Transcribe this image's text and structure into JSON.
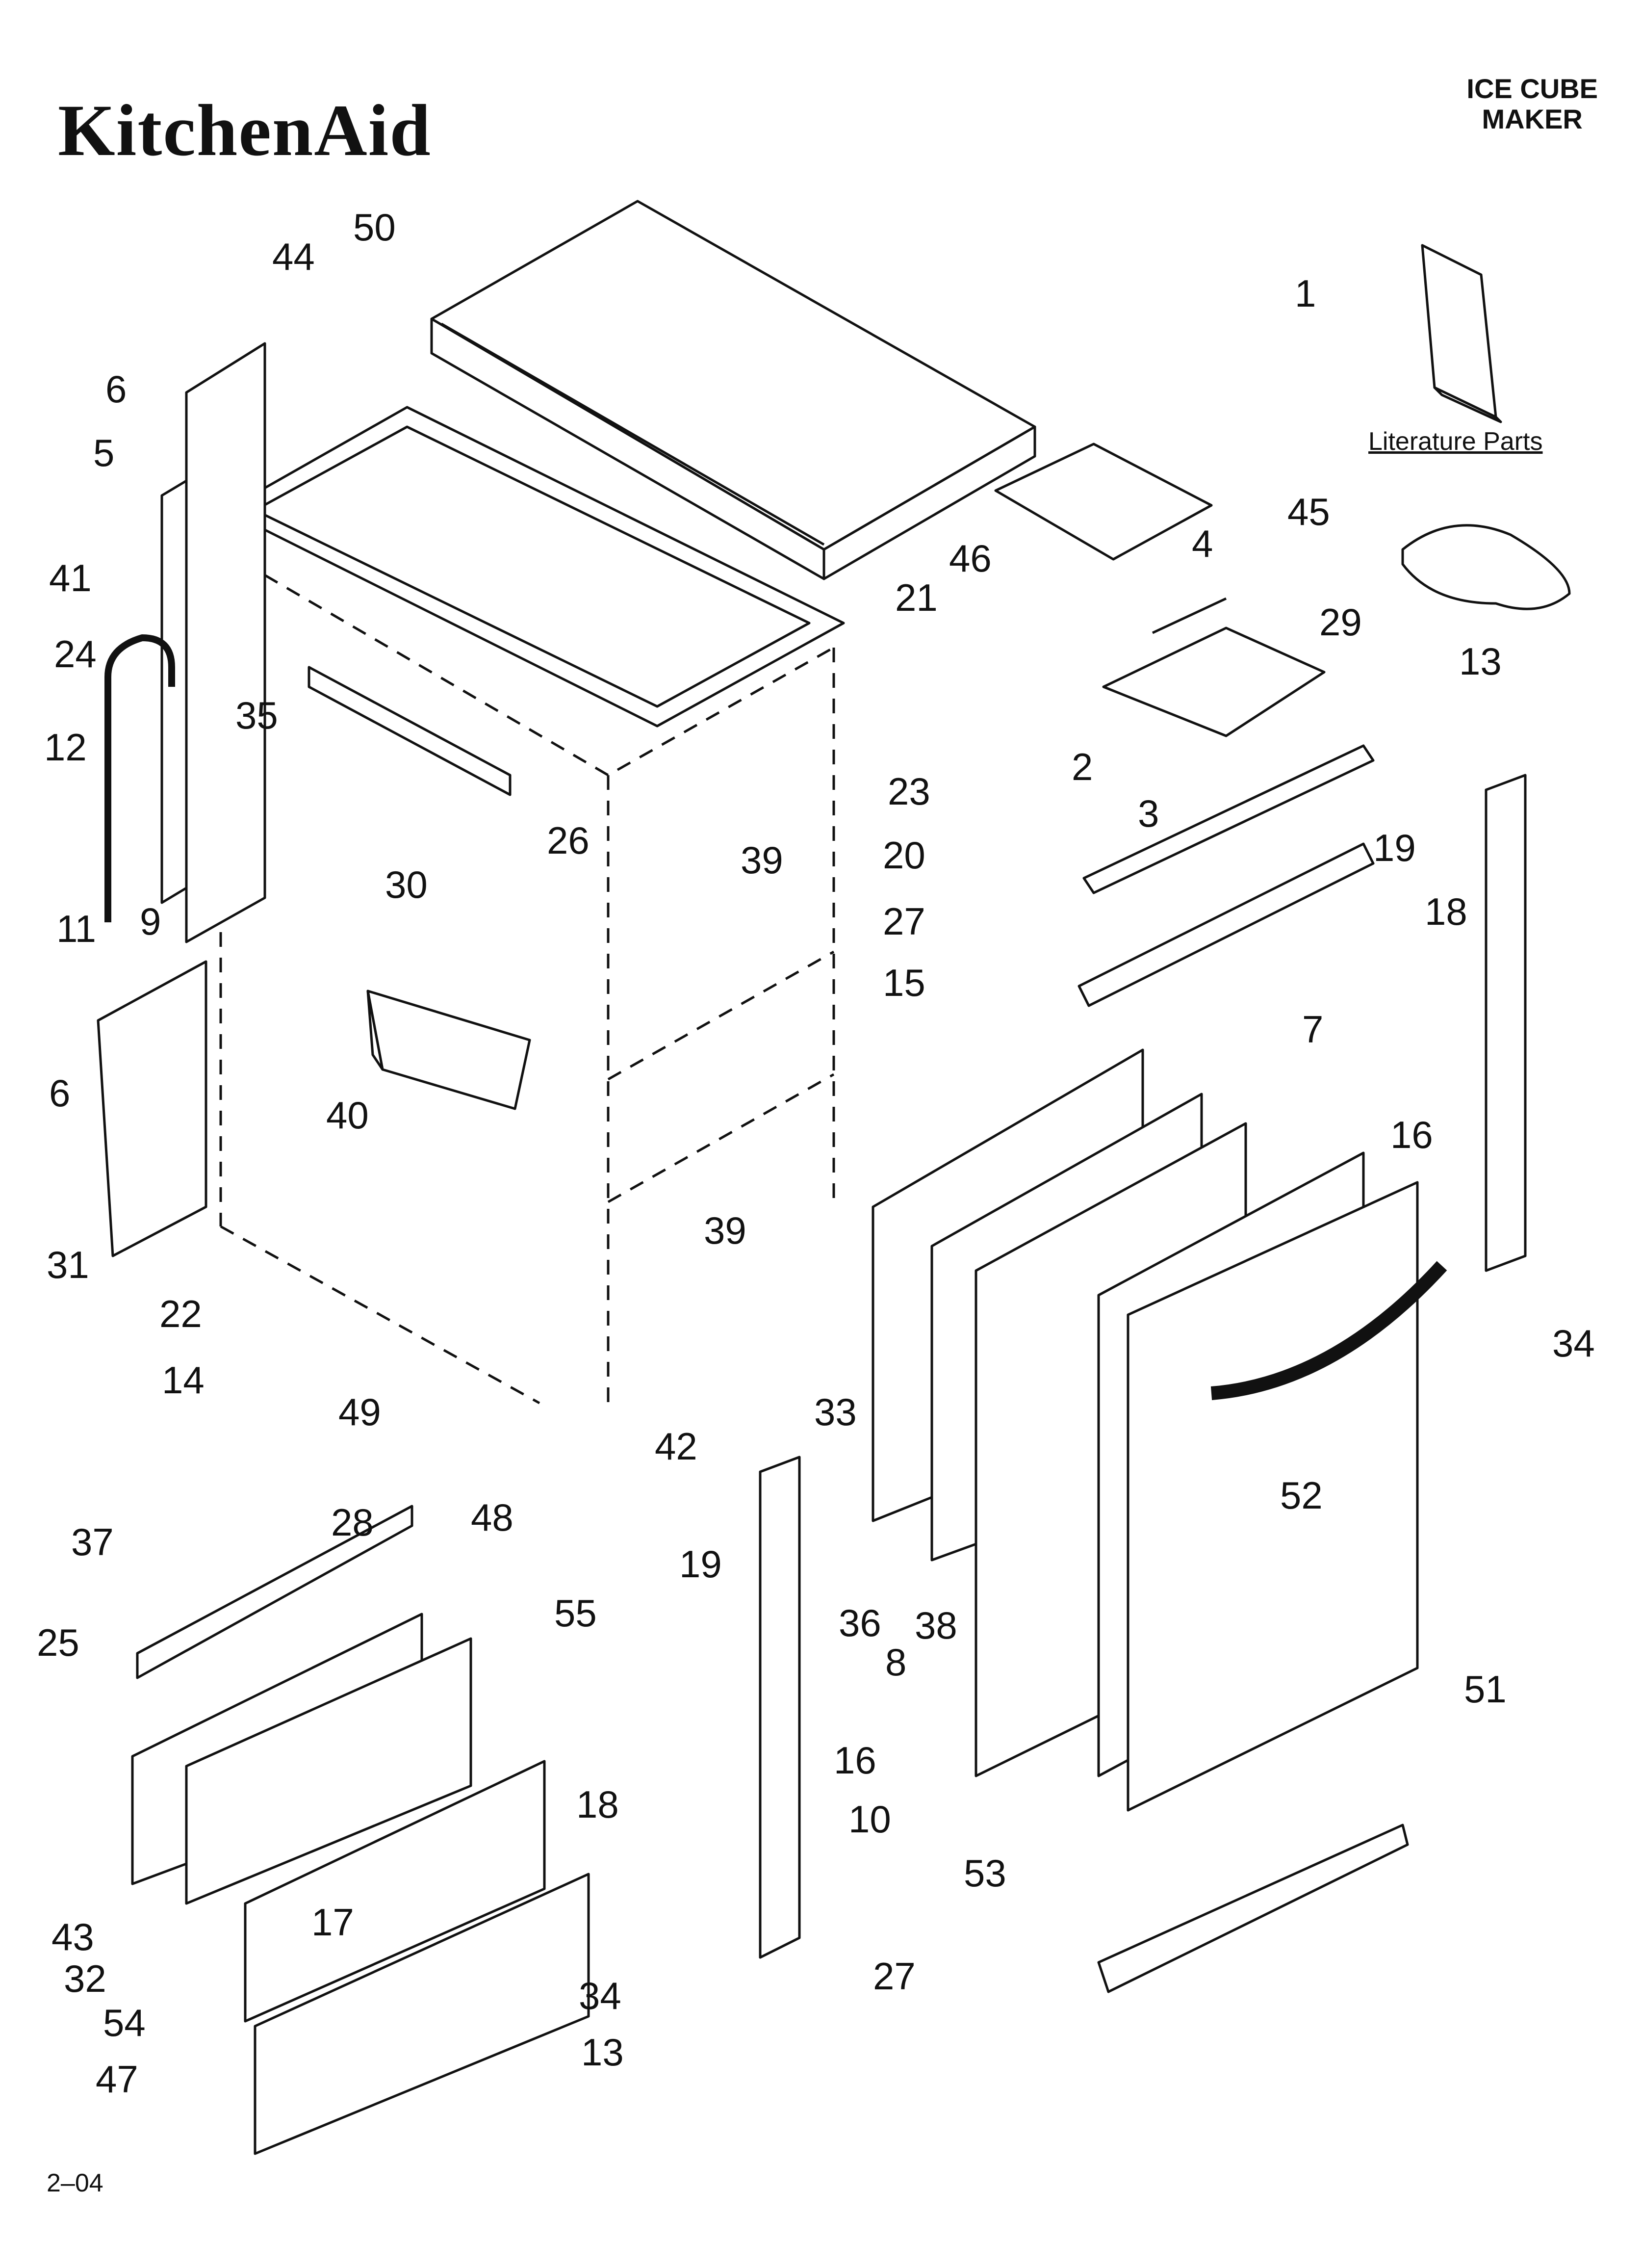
{
  "brand": "KitchenAid",
  "header_title_line1": "ICE CUBE",
  "header_title_line2": "MAKER",
  "literature_label": "Literature Parts",
  "page_code": "2–04",
  "callouts": [
    {
      "label": "50"
    },
    {
      "label": "44"
    },
    {
      "label": "6"
    },
    {
      "label": "5"
    },
    {
      "label": "41"
    },
    {
      "label": "24"
    },
    {
      "label": "12"
    },
    {
      "label": "11"
    },
    {
      "label": "9"
    },
    {
      "label": "35"
    },
    {
      "label": "30"
    },
    {
      "label": "26"
    },
    {
      "label": "39"
    },
    {
      "label": "46"
    },
    {
      "label": "21"
    },
    {
      "label": "1"
    },
    {
      "label": "45"
    },
    {
      "label": "4"
    },
    {
      "label": "29"
    },
    {
      "label": "13"
    },
    {
      "label": "2"
    },
    {
      "label": "3"
    },
    {
      "label": "23"
    },
    {
      "label": "20"
    },
    {
      "label": "19"
    },
    {
      "label": "18"
    },
    {
      "label": "27"
    },
    {
      "label": "15"
    },
    {
      "label": "7"
    },
    {
      "label": "16"
    },
    {
      "label": "34"
    },
    {
      "label": "40"
    },
    {
      "label": "6"
    },
    {
      "label": "22"
    },
    {
      "label": "31"
    },
    {
      "label": "14"
    },
    {
      "label": "49"
    },
    {
      "label": "39"
    },
    {
      "label": "42"
    },
    {
      "label": "48"
    },
    {
      "label": "28"
    },
    {
      "label": "37"
    },
    {
      "label": "25"
    },
    {
      "label": "55"
    },
    {
      "label": "19"
    },
    {
      "label": "33"
    },
    {
      "label": "36"
    },
    {
      "label": "8"
    },
    {
      "label": "38"
    },
    {
      "label": "52"
    },
    {
      "label": "51"
    },
    {
      "label": "18"
    },
    {
      "label": "16"
    },
    {
      "label": "10"
    },
    {
      "label": "53"
    },
    {
      "label": "17"
    },
    {
      "label": "43"
    },
    {
      "label": "32"
    },
    {
      "label": "54"
    },
    {
      "label": "34"
    },
    {
      "label": "13"
    },
    {
      "label": "47"
    },
    {
      "label": "27"
    }
  ]
}
